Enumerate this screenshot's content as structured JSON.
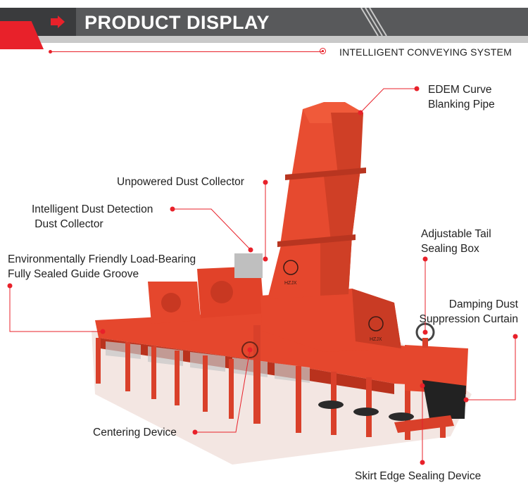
{
  "header": {
    "title": "PRODUCT DISPLAY",
    "subtitle": "INTELLIGENT CONVEYING SYSTEM"
  },
  "colors": {
    "accent": "#e8212a",
    "machine": "#e5472d",
    "header_gray": "#58595b"
  },
  "labels": {
    "edem_pipe": "EDEM Curve\nBlanking Pipe",
    "unpowered_collector": "Unpowered Dust Collector",
    "intelligent_collector": "Intelligent Dust Detection\n Dust Collector",
    "guide_groove": "Environmentally Friendly Load-Bearing\nFully Sealed Guide Groove",
    "tail_box": "Adjustable Tail\nSealing Box",
    "damping_curtain": "Damping Dust\nSuppression Curtain",
    "centering_device": "Centering Device",
    "skirt_sealing": "Skirt Edge Sealing Device"
  },
  "machine_markings": {
    "brand": "HZJX"
  }
}
